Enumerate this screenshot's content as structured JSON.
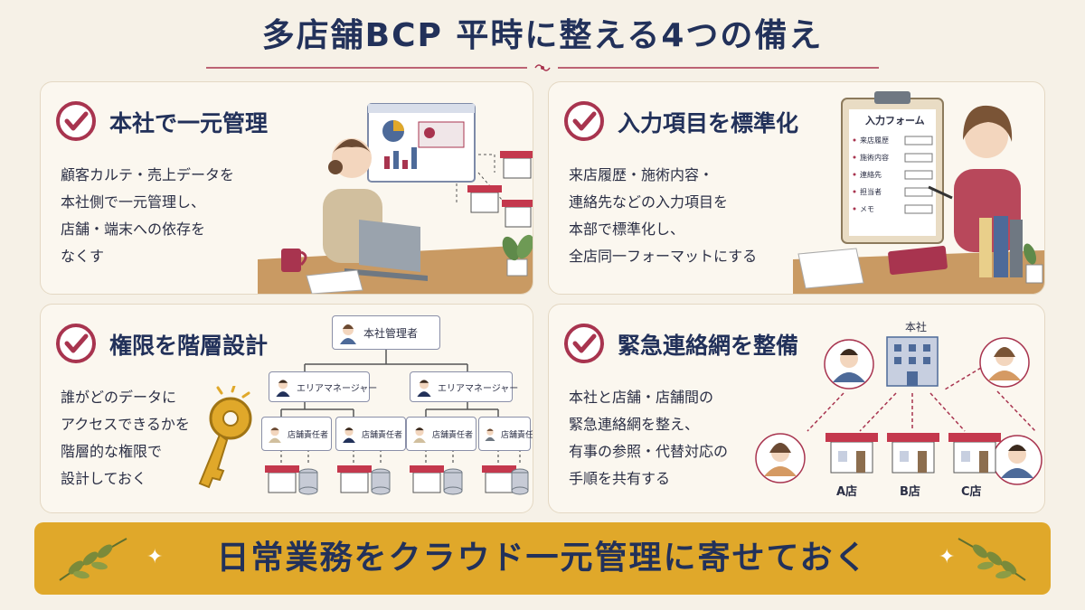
{
  "page_title": "多店舗BCP 平時に整える4つの備え",
  "panels": [
    {
      "title": "本社で一元管理",
      "body": [
        "顧客カルテ・売上データを",
        "本社側で一元管理し、",
        "店舗・端末への依存を",
        "なくす"
      ]
    },
    {
      "title": "入力項目を標準化",
      "body": [
        "来店履歴・施術内容・",
        "連絡先などの入力項目を",
        "本部で標準化し、",
        "全店同一フォーマットにする"
      ],
      "form": {
        "title": "入力フォーム",
        "items": [
          "来店履歴",
          "施術内容",
          "連絡先",
          "担当者",
          "メモ"
        ]
      }
    },
    {
      "title": "権限を階層設計",
      "body": [
        "誰がどのデータに",
        "アクセスできるかを",
        "階層的な権限で",
        "設計しておく"
      ],
      "org": {
        "top": "本社管理者",
        "managers": [
          "エリアマネージャー",
          "エリアマネージャー"
        ],
        "stores": [
          "店舗責任者",
          "店舗責任者",
          "店舗責任者",
          "店舗責任者"
        ]
      }
    },
    {
      "title": "緊急連絡網を整備",
      "body": [
        "本社と店舗・店舗間の",
        "緊急連絡網を整え、",
        "有事の参照・代替対応の",
        "手順を共有する"
      ],
      "network": {
        "hq": "本社",
        "stores": [
          "A店",
          "B店",
          "C店"
        ]
      }
    }
  ],
  "banner": "日常業務をクラウド一元管理に寄せておく",
  "colors": {
    "accent": "#a8344f",
    "navy": "#22315a",
    "banner": "#e0a82a",
    "background": "#f6f1e7"
  }
}
